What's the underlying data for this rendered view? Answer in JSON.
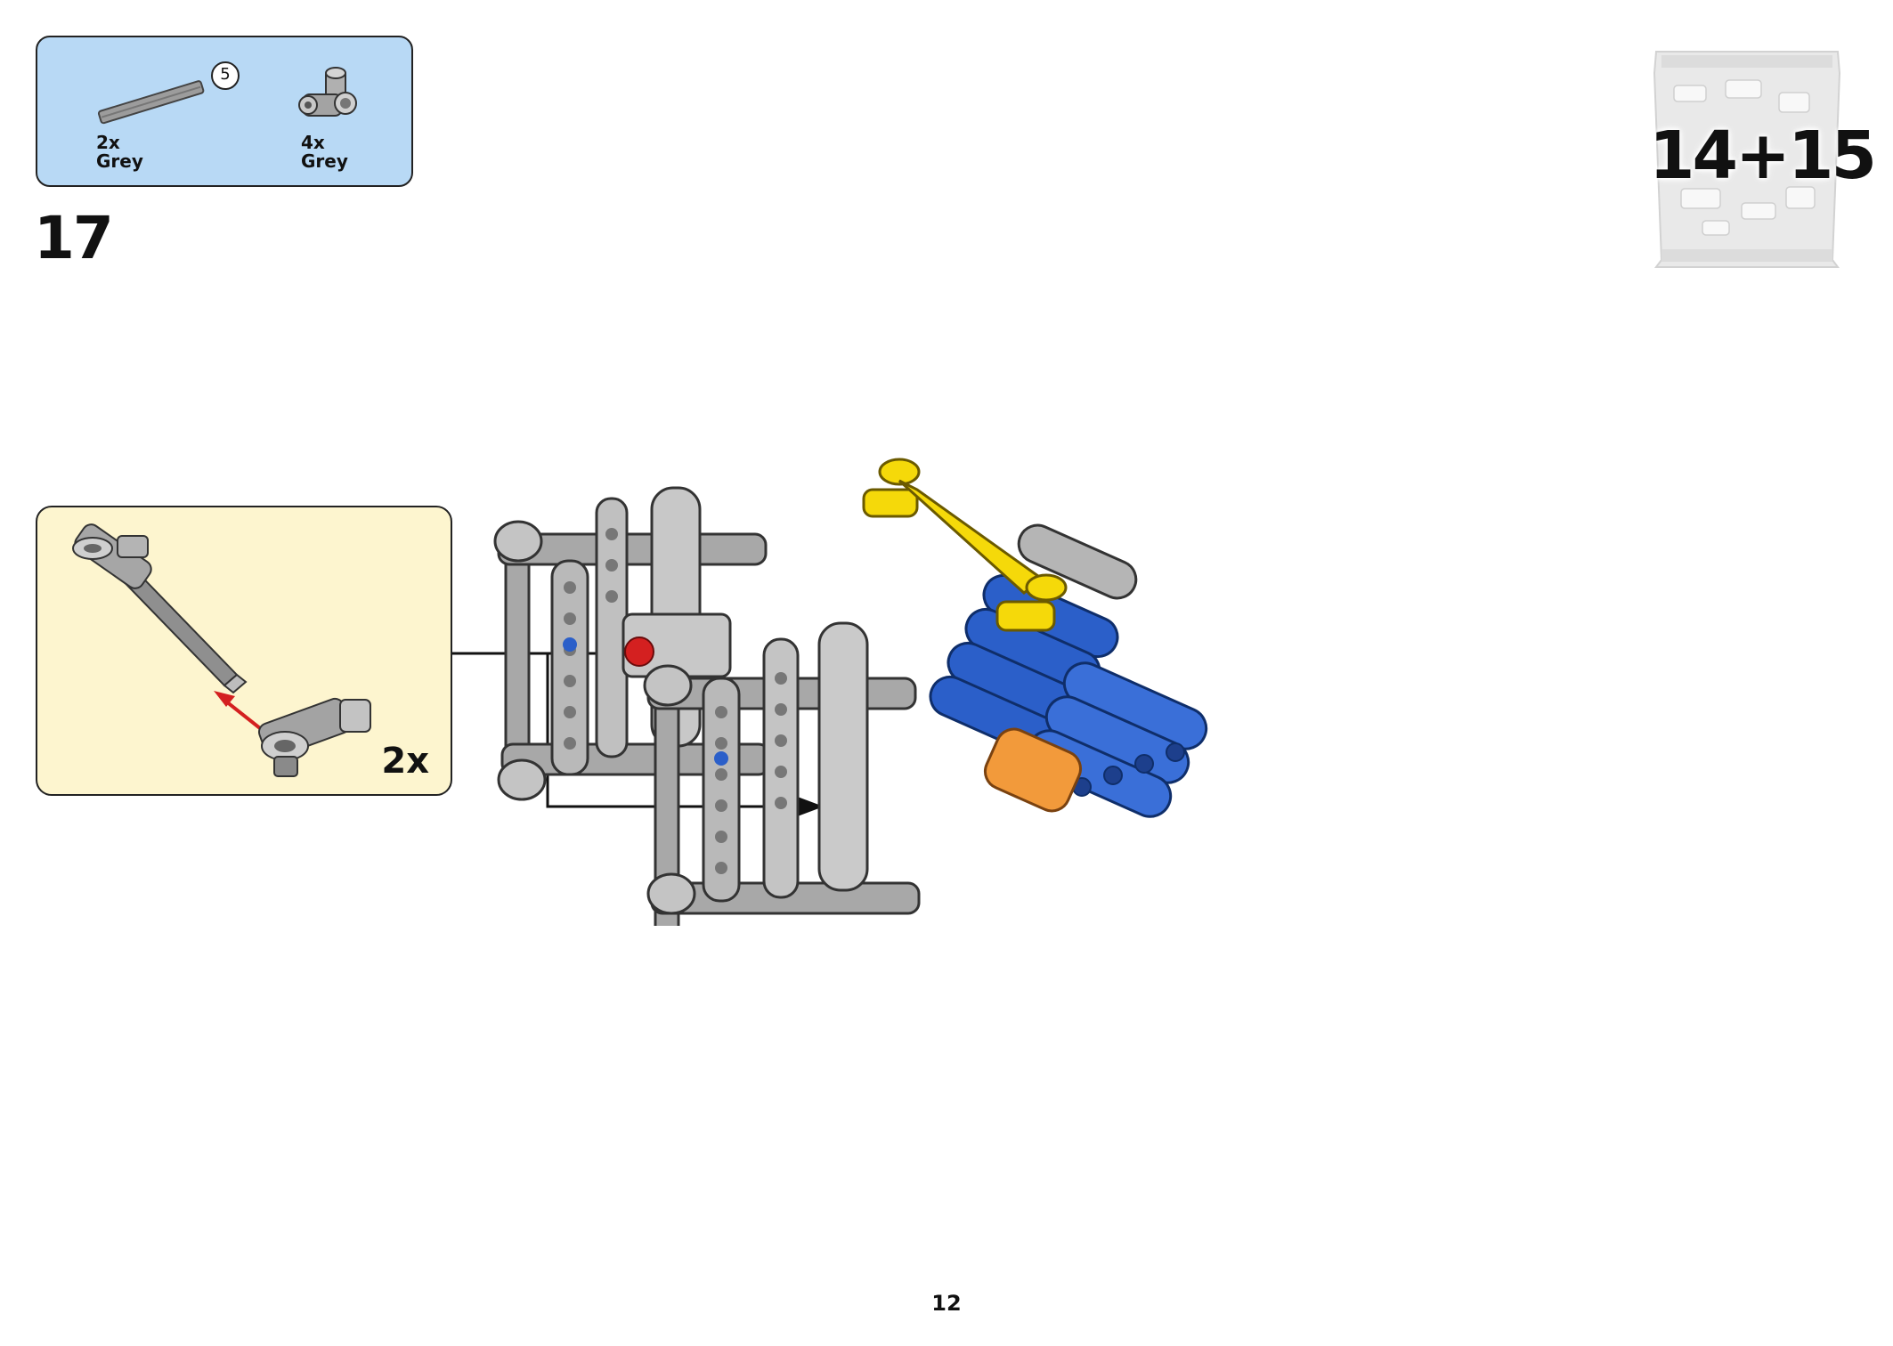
{
  "step": {
    "number": "17"
  },
  "page": {
    "number": "12"
  },
  "parts_list": {
    "items": [
      {
        "qty": "2x",
        "color_name": "Grey",
        "icon": "axle-icon",
        "length_badge": "5"
      },
      {
        "qty": "4x",
        "color_name": "Grey",
        "icon": "angle-connector-icon"
      }
    ]
  },
  "bag": {
    "label": "14+15",
    "icon": "parts-bag-icon"
  },
  "sub_assembly": {
    "multiplier": "2x",
    "icon": "sub-assembly-icon"
  },
  "colors": {
    "parts_panel": "#b8d9f5",
    "callout_panel": "#fdf5cf",
    "grey_part": "#a9a9a9",
    "yellow_part": "#f5d90a",
    "blue_part": "#2b5fc9",
    "orange_part": "#f29a3b",
    "red_part": "#d42020"
  }
}
